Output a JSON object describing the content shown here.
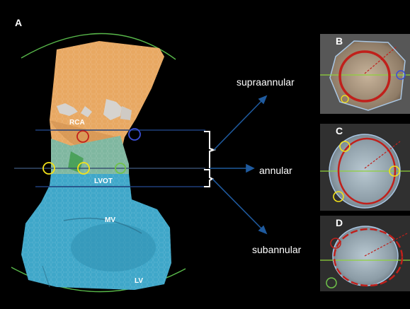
{
  "panels": {
    "a": "A",
    "b": "B",
    "c": "C",
    "d": "D"
  },
  "anatomy": {
    "rca": "RCA",
    "lvot": "LVOT",
    "mv": "MV",
    "lv": "LV"
  },
  "levels": {
    "supraannular": "supraannular",
    "annular": "annular",
    "subannular": "subannular"
  },
  "colors": {
    "aorta": "#e8a862",
    "lvot": "#7fb7a0",
    "lv": "#3fa7c9",
    "level_line": "#1f3f7a",
    "annulus_ring": "#c0201b",
    "marker_yellow": "#f3e21a",
    "marker_blue": "#3b4fd6",
    "marker_green": "#6fc24a"
  }
}
